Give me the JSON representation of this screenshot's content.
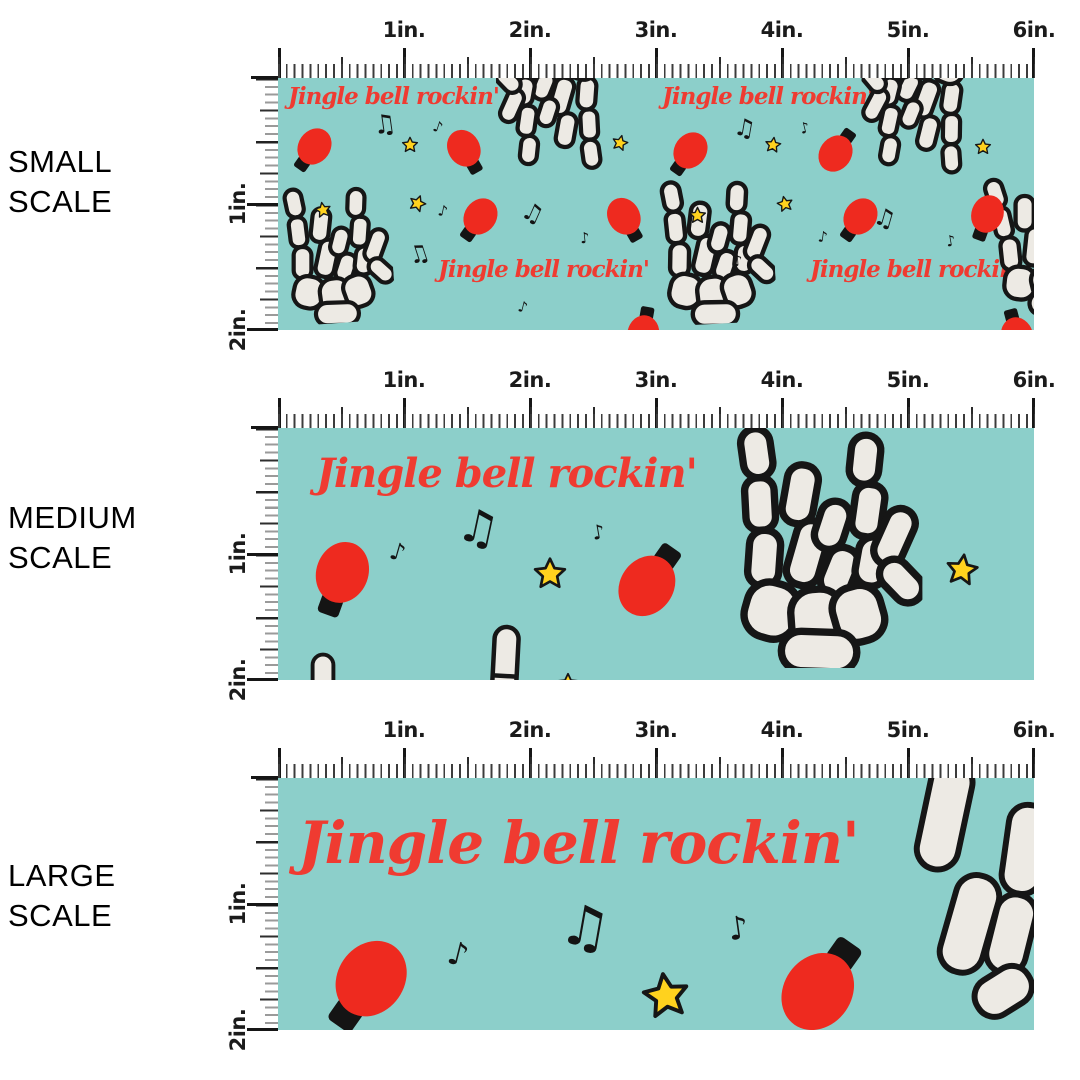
{
  "pattern": {
    "phrase": "Jingle bell rockin'"
  },
  "rows": [
    {
      "id": "small",
      "label_lines": [
        "SMALL",
        "SCALE"
      ]
    },
    {
      "id": "medium",
      "label_lines": [
        "MEDIUM",
        "SCALE"
      ]
    },
    {
      "id": "large",
      "label_lines": [
        "LARGE",
        "SCALE"
      ]
    }
  ],
  "ruler": {
    "h_labels": [
      "1in.",
      "2in.",
      "3in.",
      "4in.",
      "5in.",
      "6in."
    ],
    "v_labels": [
      "1in.",
      "2in."
    ],
    "inches_wide": 6,
    "inches_tall": 2
  },
  "icons": {
    "music_note_single": "♪",
    "music_note_double": "♫"
  },
  "colors": {
    "page_background": "#FFFFFF",
    "fabric_teal": "#8CCFCA",
    "pattern_text_red": "#EF3B31",
    "ornament_red": "#EE2A1F",
    "star_yellow": "#FFD21E",
    "bone_white": "#EDEAE4",
    "outline_black": "#161616",
    "ruler_ink": "#1B1B1B"
  }
}
